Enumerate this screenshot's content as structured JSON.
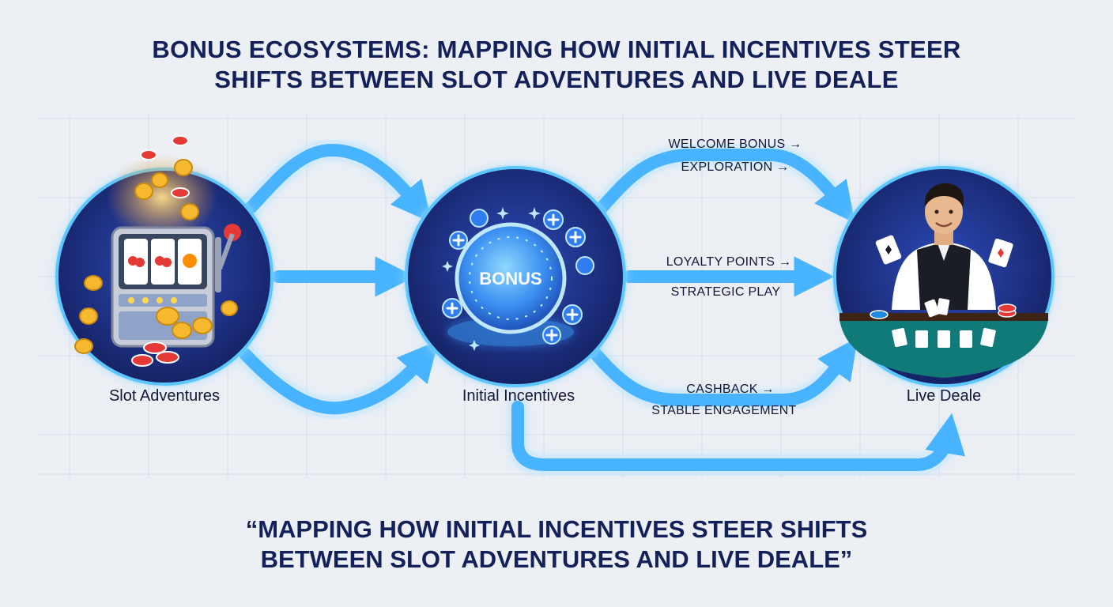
{
  "title": {
    "line1": "BONUS ECOSYSTEMS: MAPPING HOW INITIAL INCENTIVES STEER",
    "line2": "SHIFTS BETWEEN SLOT ADVENTURES AND LIVE DEALE"
  },
  "nodes": {
    "slots": {
      "label": "Slot Adventures"
    },
    "incentives": {
      "label": "Initial Incentives",
      "coin_text": "BONUS"
    },
    "dealer": {
      "label": "Live Deale"
    }
  },
  "edges": {
    "welcome": {
      "line1": "WELCOME BONUS →",
      "line2": "EXPLORATION →"
    },
    "loyalty": {
      "line1": "LOYALTY POINTS →",
      "line2": "STRATEGIC PLAY"
    },
    "cashback": {
      "line1": "CASHBACK →",
      "line2": "STABLE ENGAGEMENT"
    }
  },
  "quote": {
    "line1": "“MAPPING HOW INITIAL INCENTIVES STEER SHIFTS",
    "line2": "BETWEEN SLOT ADVENTURES AND LIVE DEALE”"
  },
  "colors": {
    "title": "#13205a",
    "arrow": "#48b4ff",
    "arrow_glow": "#9fdcff",
    "node_bg": "#1b2c7a",
    "node_ring": "#5cc6ff"
  }
}
